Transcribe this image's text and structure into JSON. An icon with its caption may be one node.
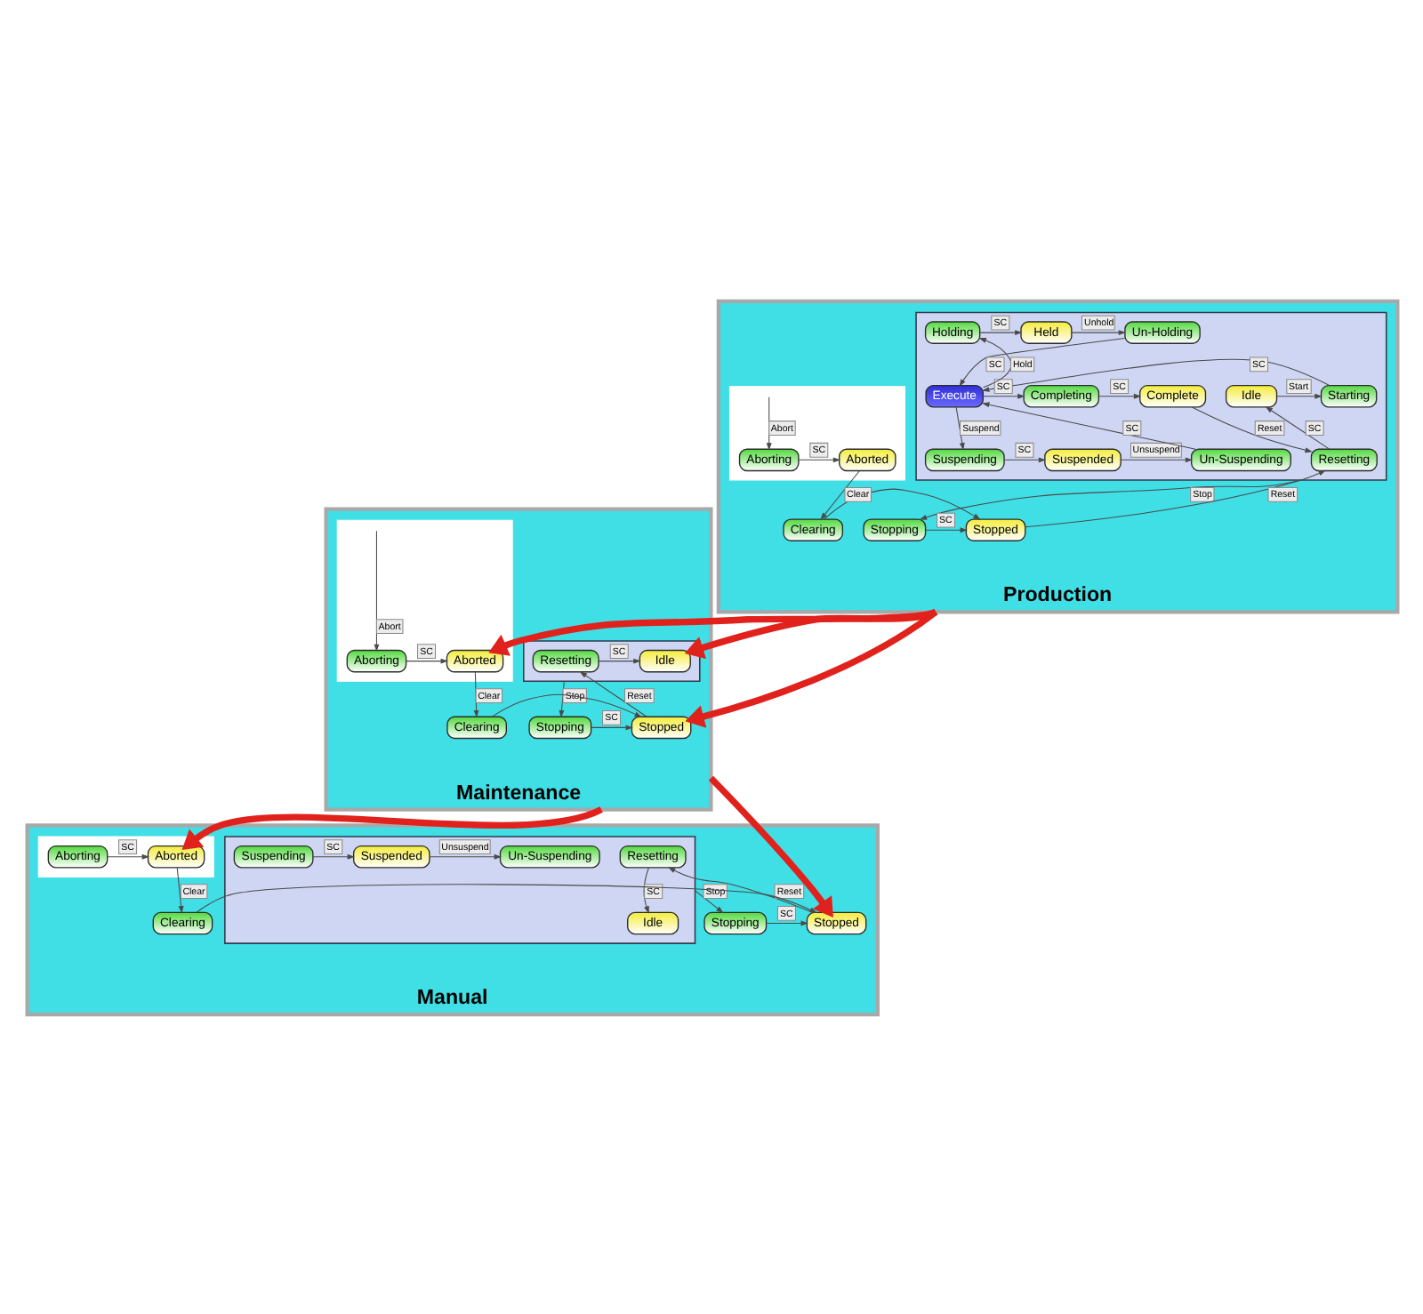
{
  "diagram": {
    "nodes": [
      {
        "text": [
          "Production"
        ]
      },
      {
        "text": [],
        "shape": "box",
        "in": 0
      },
      {
        "text": [
          "Holding"
        ],
        "in": 1
      },
      {
        "text": [
          "Complete"
        ],
        "in": 1
      },
      {
        "text": [
          "Held"
        ],
        "in": 1
      },
      {
        "text": [
          "Completing"
        ],
        "in": 1
      },
      {
        "text": [
          "Un-Holding"
        ],
        "in": 1
      },
      {
        "text": [
          "Execute"
        ],
        "in": 1
      },
      {
        "text": [
          "Suspending"
        ],
        "in": 1
      },
      {
        "text": [
          "Starting"
        ],
        "in": 1
      },
      {
        "text": [
          "Suspended"
        ],
        "in": 1
      },
      {
        "text": [
          "Idle"
        ],
        "in": 1
      },
      {
        "text": [
          "Un-Suspending"
        ],
        "in": 1
      },
      {
        "text": [
          "Resetting"
        ],
        "in": 1
      },
      {
        "text": [],
        "shape": "box",
        "in": 0
      },
      {
        "text": [
          "Aborting"
        ],
        "in": 14
      },
      {
        "text": [
          "Aborted"
        ],
        "in": 14
      },
      {
        "text": [
          "Clearing"
        ],
        "in": 0
      },
      {
        "text": [
          "Stopping"
        ],
        "in": 0
      },
      {
        "text": [
          "Stopped"
        ],
        "in": 0
      },
      {
        "text": [
          "Maintenance"
        ]
      },
      {
        "text": [],
        "shape": "box",
        "in": 20
      },
      {
        "text": [
          "Idle"
        ],
        "in": 21
      },
      {
        "text": [
          "Resetting"
        ],
        "in": 21
      },
      {
        "text": [],
        "shape": "box",
        "in": 20
      },
      {
        "text": [
          "Aborting"
        ],
        "in": 24
      },
      {
        "text": [
          "Aborted"
        ],
        "in": 24
      },
      {
        "text": [
          "Clearing"
        ],
        "in": 20
      },
      {
        "text": [
          "Stopping"
        ],
        "in": 20
      },
      {
        "text": [
          "Stopped"
        ],
        "in": 20
      },
      {
        "text": [
          "Manual"
        ]
      },
      {
        "text": [],
        "shape": "box",
        "in": 30
      },
      {
        "text": [
          "Suspending"
        ],
        "in": 31
      },
      {
        "text": [
          "Suspended"
        ],
        "in": 31
      },
      {
        "text": [
          "Un-Suspending"
        ],
        "in": 31
      },
      {
        "text": [
          "Idle"
        ],
        "in": 31
      },
      {
        "text": [
          "Resetting"
        ],
        "in": 31
      },
      {
        "text": [],
        "shape": "box",
        "in": 30
      },
      {
        "text": [
          "Aborting"
        ],
        "in": 37
      },
      {
        "text": [
          "Aborted"
        ],
        "in": 37
      },
      {
        "text": [
          "Clearing"
        ],
        "in": 30
      },
      {
        "text": [
          "Stopping"
        ],
        "in": 30
      },
      {
        "text": [
          "Stopped"
        ],
        "in": 30
      }
    ],
    "edges": [
      {
        "from": 11,
        "to": 9,
        "arrow": "to",
        "label": "Start"
      },
      {
        "from": 9,
        "to": 7,
        "arrow": "to",
        "label": "SC"
      },
      {
        "from": 7,
        "to": 5,
        "arrow": "to",
        "label": "SC"
      },
      {
        "from": 5,
        "to": 3,
        "arrow": "to",
        "label": "SC"
      },
      {
        "from": 3,
        "to": 13,
        "arrow": "to",
        "label": "Reset"
      },
      {
        "from": 13,
        "to": 11,
        "arrow": "to",
        "label": "SC"
      },
      {
        "from": 7,
        "to": 2,
        "arrow": "to",
        "label": "Hold"
      },
      {
        "from": 2,
        "to": 4,
        "arrow": "to",
        "label": "SC"
      },
      {
        "from": 4,
        "to": 6,
        "arrow": "to",
        "label": "Unhold"
      },
      {
        "from": 6,
        "to": 7,
        "arrow": "to",
        "label": "SC"
      },
      {
        "from": 7,
        "to": 8,
        "arrow": "to",
        "label": "Suspend"
      },
      {
        "from": 8,
        "to": 10,
        "arrow": "to",
        "label": "SC"
      },
      {
        "from": 10,
        "to": 12,
        "arrow": "to",
        "label": "Unsuspend"
      },
      {
        "from": 12,
        "to": 7,
        "arrow": "to",
        "label": "SC"
      },
      {
        "from": 1,
        "to": 18,
        "arrow": "to",
        "label": "Stop"
      },
      {
        "from": 18,
        "to": 19,
        "arrow": "to",
        "label": "SC"
      },
      {
        "from": 17,
        "to": 19,
        "arrow": "to"
      },
      {
        "from": 19,
        "to": 13,
        "arrow": "to",
        "label": "Reset"
      },
      {
        "from": 14,
        "to": 15,
        "arrow": "to",
        "label": "Abort"
      },
      {
        "from": 15,
        "to": 16,
        "arrow": "to",
        "label": "SC"
      },
      {
        "from": 16,
        "to": 17,
        "arrow": "to",
        "label": "Clear"
      },
      {
        "from": 23,
        "to": 22,
        "arrow": "to",
        "label": "SC"
      },
      {
        "from": 28,
        "to": 29,
        "arrow": "to",
        "label": "SC"
      },
      {
        "from": 27,
        "to": 29,
        "arrow": "to"
      },
      {
        "from": 29,
        "to": 23,
        "arrow": "to",
        "label": "Reset"
      },
      {
        "from": 21,
        "to": 28,
        "arrow": "to",
        "label": "Stop"
      },
      {
        "from": 24,
        "to": 25,
        "arrow": "to",
        "label": "Abort"
      },
      {
        "from": 25,
        "to": 26,
        "arrow": "to",
        "label": "SC"
      },
      {
        "from": 26,
        "to": 27,
        "arrow": "to",
        "label": "Clear"
      },
      {
        "from": 32,
        "to": 33,
        "arrow": "to",
        "label": "SC"
      },
      {
        "from": 33,
        "to": 34,
        "arrow": "to",
        "label": "Unsuspend"
      },
      {
        "from": 36,
        "to": 35,
        "arrow": "to",
        "label": "SC"
      },
      {
        "from": 41,
        "to": 42,
        "arrow": "to",
        "label": "SC"
      },
      {
        "from": 40,
        "to": 42,
        "arrow": "to"
      },
      {
        "from": 42,
        "to": 36,
        "arrow": "to",
        "label": "Reset"
      },
      {
        "from": 31,
        "to": 41,
        "arrow": "to",
        "label": "Stop"
      },
      {
        "from": 38,
        "to": 39,
        "arrow": "to",
        "label": "SC"
      },
      {
        "from": 39,
        "to": 40,
        "arrow": "to",
        "label": "Clear"
      },
      {
        "from": 0,
        "to": 22,
        "arrow": "to",
        "style": "thick",
        "color": "#e0211c"
      },
      {
        "from": 0,
        "to": 29,
        "arrow": "to",
        "style": "thick",
        "color": "#e0211c"
      },
      {
        "from": 0,
        "to": 26,
        "arrow": "to",
        "style": "thick",
        "color": "#e0211c"
      },
      {
        "from": 20,
        "to": 42,
        "arrow": "to",
        "style": "thick",
        "color": "#e0211c"
      },
      {
        "from": 20,
        "to": 39,
        "arrow": "to",
        "style": "thick",
        "color": "#e0211c"
      }
    ]
  }
}
